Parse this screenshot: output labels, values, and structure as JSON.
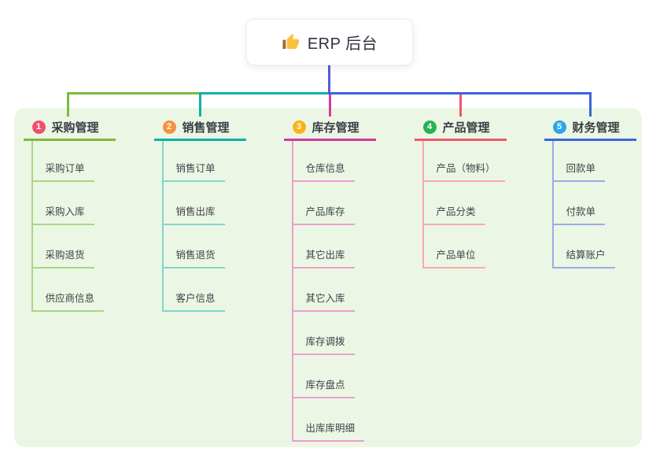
{
  "root": {
    "title": "ERP 后台",
    "icon": "thumbs-up",
    "icon_colors": {
      "hand": "#f7c13e",
      "cuff": "#a9652f"
    }
  },
  "connector": {
    "root_line_color": "#585ad8"
  },
  "panel": {
    "bg": "#ebf7e4"
  },
  "branches": [
    {
      "number": "1",
      "label": "采购管理",
      "badge_color": "#f0506e",
      "line_color": "#7cba3d",
      "child_line_color": "#abd584",
      "children": [
        "采购订单",
        "采购入库",
        "采购退货",
        "供应商信息"
      ]
    },
    {
      "number": "2",
      "label": "销售管理",
      "badge_color": "#f6913d",
      "line_color": "#0db2a6",
      "child_line_color": "#83d5ca",
      "children": [
        "销售订单",
        "销售出库",
        "销售退货",
        "客户信息"
      ]
    },
    {
      "number": "3",
      "label": "库存管理",
      "badge_color": "#fbb217",
      "line_color": "#d43a9f",
      "child_line_color": "#ec9dcf",
      "children": [
        "仓库信息",
        "产品库存",
        "其它出库",
        "其它入库",
        "库存调拨",
        "库存盘点",
        "出库库明细"
      ]
    },
    {
      "number": "4",
      "label": "产品管理",
      "badge_color": "#27b351",
      "line_color": "#f2566a",
      "child_line_color": "#f8a9ae",
      "children": [
        "产品（物料）",
        "产品分类",
        "产品单位"
      ]
    },
    {
      "number": "5",
      "label": "财务管理",
      "badge_color": "#2ba6e8",
      "line_color": "#3d63dc",
      "child_line_color": "#9cabe8",
      "children": [
        "回款单",
        "付款单",
        "结算账户"
      ]
    }
  ]
}
